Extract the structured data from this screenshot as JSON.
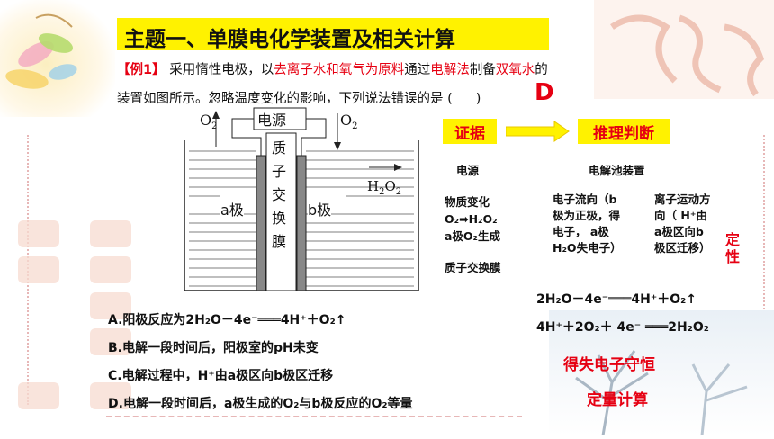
{
  "title": "主题一、单膜电化学装置及相关计算",
  "question": {
    "tag": "【例1】",
    "seg1": "采用惰性电极，以",
    "seg2_red": "去离子水和氧气为原料",
    "seg3": "通过",
    "seg4_red": "电解法",
    "seg5": "制备",
    "seg6_red": "双氧水",
    "seg7": "的",
    "line2": "装置如图所示。忽略温度变化的影响，下列说法错误的是 (",
    "line2_end": ")",
    "answer": "D"
  },
  "diagram": {
    "power": "电源",
    "o2_left": "O",
    "o2_left_sub": "2",
    "o2_right": "O",
    "o2_right_sub": "2",
    "out": "H",
    "out_sub1": "2",
    "out_mid": "O",
    "out_sub2": "2",
    "pole_a": "a极",
    "pole_b": "b极",
    "membrane": [
      "质",
      "子",
      "交",
      "换",
      "膜"
    ]
  },
  "options": {
    "A": "A.阳极反应为2H₂O－4e⁻═══4H⁺＋O₂↑",
    "B": "B.电解一段时间后，阳极室的pH未变",
    "C": "C.电解过程中，H⁺由a极区向b极区迁移",
    "D": "D.电解一段时间后，a极生成的O₂与b极反应的O₂等量"
  },
  "right": {
    "evidence_btn": "证据",
    "reasoning_btn": "推理判断",
    "source": "电源",
    "cell": "电解池装置",
    "matter_l1": "物质变化",
    "matter_l2": "O₂➡H₂O₂",
    "matter_l3": "a极O₂生成",
    "membrane": "质子交换膜",
    "e_flow": [
      "电子流向（b",
      "极为正极，得",
      "电子，  a极",
      "H₂O失电子）"
    ],
    "ion": [
      "离子运动方",
      "向（ H⁺由",
      "a极区向b",
      "极区迁移）"
    ],
    "qualitative": "定性",
    "eq1": "2H₂O－4e⁻═══4H⁺＋O₂↑",
    "eq2": "4H⁺＋2O₂＋ 4e⁻ ═══2H₂O₂",
    "conservation": "得失电子守恒",
    "quant": "定量计算"
  },
  "colors": {
    "accent_yellow": "#fff200",
    "accent_red": "#e60012"
  }
}
